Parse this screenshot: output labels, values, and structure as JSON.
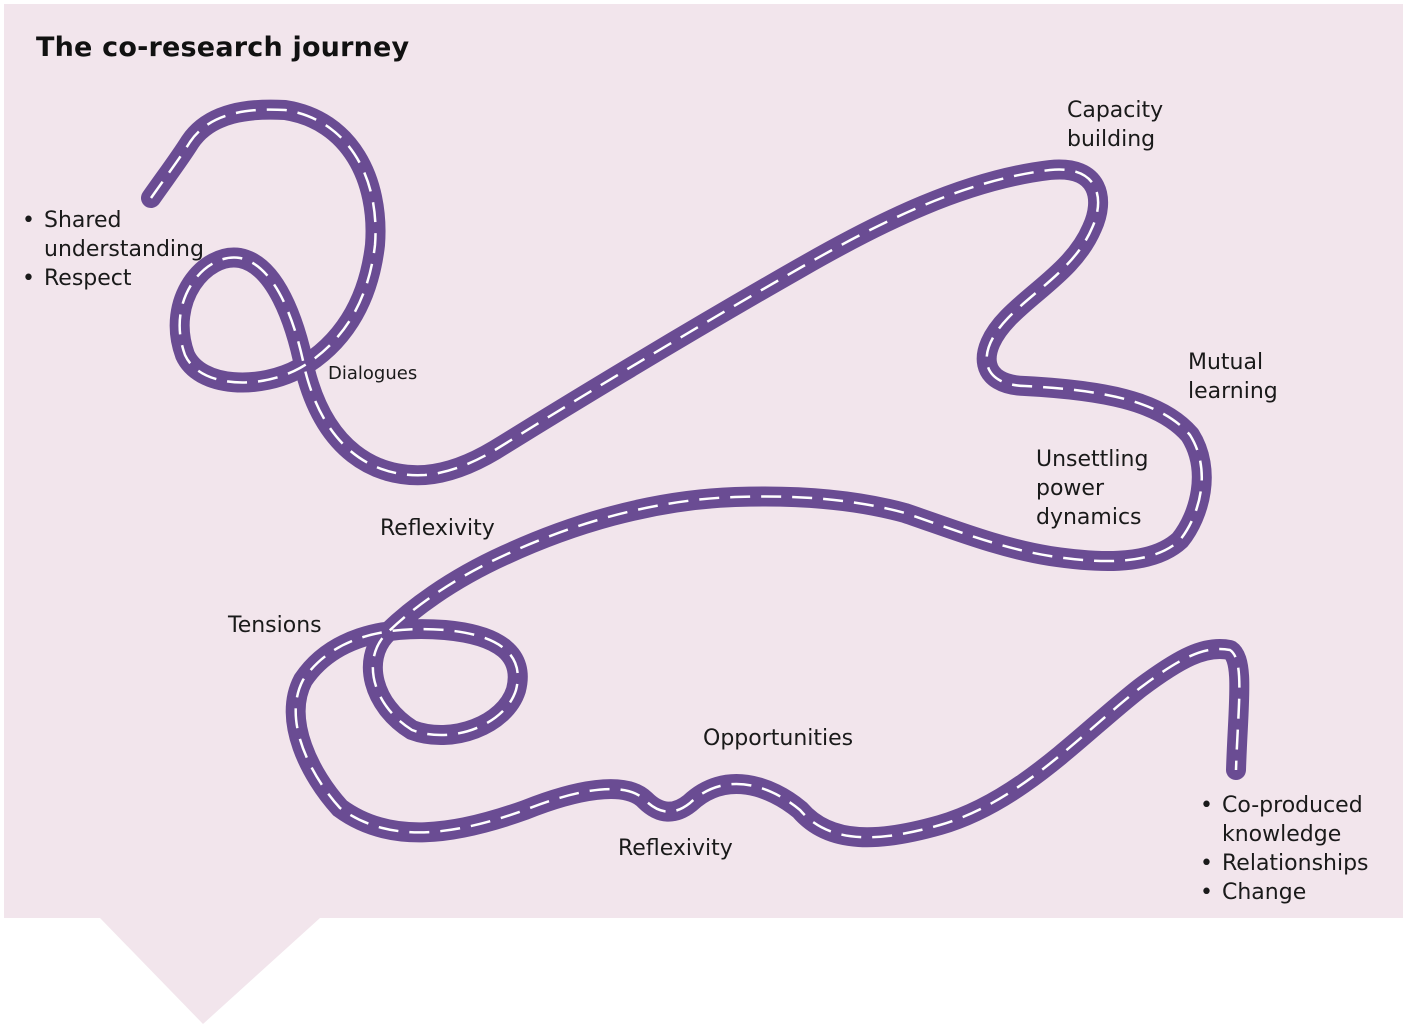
{
  "title": "The co-research journey",
  "colors": {
    "panel_background": "#f2e5ec",
    "road": "#6a4c93",
    "road_dashes": "#ffffff"
  },
  "start_items": [
    "Shared understanding",
    "Respect"
  ],
  "start_items_lines": [
    [
      "Shared",
      "understanding"
    ],
    [
      "Respect"
    ]
  ],
  "stages": {
    "dialogues": "Dialogues",
    "capacity_building": [
      "Capacity",
      "building"
    ],
    "mutual_learning": [
      "Mutual",
      "learning"
    ],
    "unsettling_power_dynamics": [
      "Unsettling",
      "power",
      "dynamics"
    ],
    "reflexivity_upper": "Reflexivity",
    "tensions": "Tensions",
    "opportunities": "Opportunities",
    "reflexivity_lower": "Reflexivity"
  },
  "end_items_lines": [
    [
      "Co-produced",
      "knowledge"
    ],
    [
      "Relationships"
    ],
    [
      "Change"
    ]
  ]
}
